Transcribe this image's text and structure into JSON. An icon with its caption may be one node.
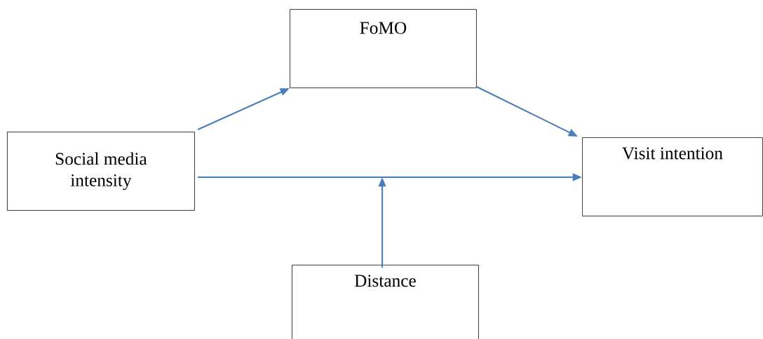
{
  "diagram": {
    "nodes": [
      {
        "text": [
          "FoMO"
        ]
      },
      {
        "text": [
          "Social media intensity"
        ]
      },
      {
        "text": [
          "Visit intention"
        ]
      },
      {
        "text": [
          "Distance"
        ]
      }
    ],
    "edges": [
      {
        "from": 1,
        "to": 0,
        "arrow": "to"
      },
      {
        "from": 0,
        "to": 2,
        "arrow": "to"
      },
      {
        "from": 1,
        "to": 2,
        "arrow": "to"
      },
      {
        "from": 3,
        "to": null,
        "arrow": "to"
      }
    ]
  }
}
